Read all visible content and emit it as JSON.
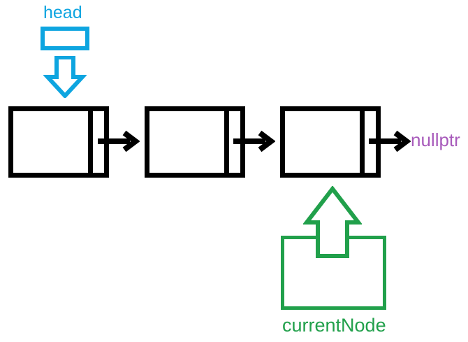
{
  "diagram": {
    "title": "singly linked list traversal diagram",
    "colors": {
      "head_pointer": "#0EA5E0",
      "node_outline": "#000000",
      "nullptr_text": "#A85BBB",
      "current_pointer": "#21A04B",
      "background": "#FFFFFF"
    },
    "head_pointer": {
      "label": "head",
      "box_value": "",
      "arrow_icon": "arrow-down-outline-icon",
      "arrow_direction": "down"
    },
    "nodes": [
      {
        "index": 1,
        "data_value": "",
        "next_value": ""
      },
      {
        "index": 2,
        "data_value": "",
        "next_value": ""
      },
      {
        "index": 3,
        "data_value": "",
        "next_value": ""
      }
    ],
    "next_arrows": [
      {
        "from": "node-1",
        "to": "node-2",
        "icon": "arrow-right-icon"
      },
      {
        "from": "node-2",
        "to": "node-3",
        "icon": "arrow-right-icon"
      },
      {
        "from": "node-3",
        "to": "nullptr",
        "icon": "arrow-right-icon"
      }
    ],
    "terminator": {
      "label": "nullptr"
    },
    "current_pointer": {
      "label": "currentNode",
      "box_value": "",
      "arrow_icon": "arrow-up-outline-icon",
      "arrow_direction": "up",
      "points_to": "node-3"
    }
  }
}
